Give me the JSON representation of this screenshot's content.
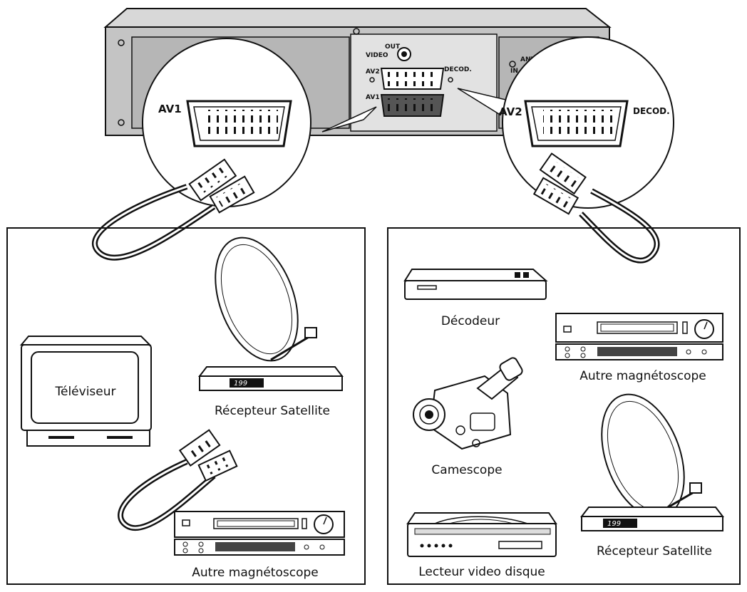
{
  "vcr": {
    "video_out_label": "VIDEO",
    "out_label": "OUT",
    "av2_small": "AV2",
    "av1_small": "AV1",
    "decod_small": "DECOD.",
    "antenna_label": "ANTE",
    "in_label": "IN"
  },
  "zoom_left": {
    "port_label": "AV1"
  },
  "zoom_right": {
    "port_label": "AV2",
    "decod_label": "DECOD."
  },
  "left_panel": {
    "tv_label": "Téléviseur",
    "satellite_label": "Récepteur Satellite",
    "satellite_display": "199",
    "vcr_label": "Autre magnétoscope"
  },
  "right_panel": {
    "decoder_label": "Décodeur",
    "vcr_label": "Autre magnétoscope",
    "camcorder_label": "Camescope",
    "satellite_label": "Récepteur Satellite",
    "satellite_display": "199",
    "disc_label": "Lecteur video disque"
  }
}
